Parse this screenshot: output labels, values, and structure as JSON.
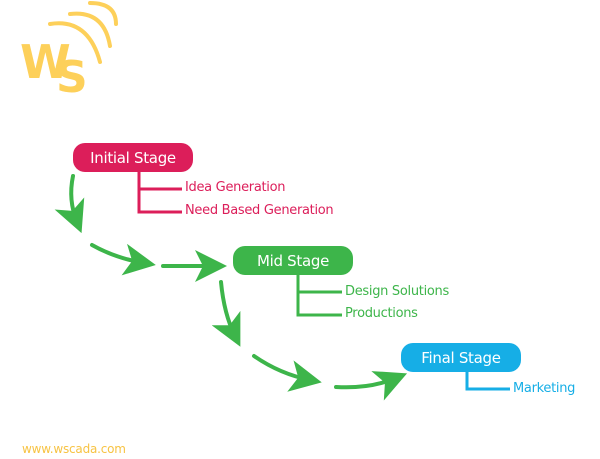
{
  "logo": {
    "text": "WS",
    "color": "#fdd05a",
    "name": "wscada-logo"
  },
  "stages": [
    {
      "label": "Initial Stage",
      "color": "#dc1e5a",
      "items": [
        "Idea Generation",
        "Need Based Generation"
      ]
    },
    {
      "label": "Mid Stage",
      "color": "#3db54a",
      "items": [
        "Design Solutions",
        "Productions"
      ]
    },
    {
      "label": "Final Stage",
      "color": "#16aee6",
      "items": [
        "Marketing"
      ]
    }
  ],
  "arrow_color": "#3db54a",
  "footer": {
    "url": "www.wscada.com"
  }
}
